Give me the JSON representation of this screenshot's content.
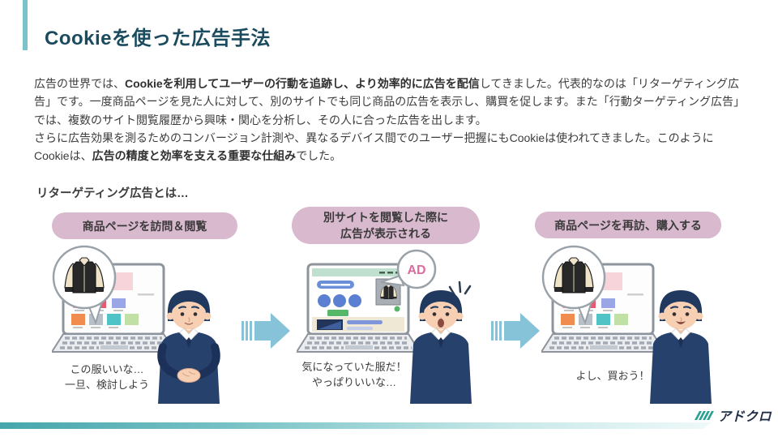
{
  "slide": {
    "title": "Cookieを使った広告手法",
    "paragraph1": {
      "lead": "広告の世界では、",
      "bold": "Cookieを利用してユーザーの行動を追跡し、より効率的に広告を配信",
      "rest": "してきました。代表的なのは「リターゲティング広告」です。一度商品ページを見た人に対して、別のサイトでも同じ商品の広告を表示し、購買を促します。また「行動ターゲティング広告」では、複数のサイト閲覧履歴から興味・関心を分析し、その人に合った広告を出します。"
    },
    "paragraph2": {
      "lead": "さらに広告効果を測るためのコンバージョン計測や、異なるデバイス間でのユーザー把握にもCookieは使われてきました。このようにCookieは、",
      "bold": "広告の精度と効率を支える重要な仕組み",
      "rest": "でした。"
    },
    "subtitle": "リターゲティング広告とは…",
    "steps": [
      {
        "label": "商品ページを訪問＆閲覧",
        "caption_lines": [
          "この服いいな…",
          "一旦、検討しよう"
        ]
      },
      {
        "label_line1": "別サイトを閲覧した際に",
        "label_line2": "広告が表示される",
        "ad_badge": "AD",
        "caption_lines": [
          "気になっていた服だ！",
          "やっぱりいいな…"
        ]
      },
      {
        "label": "商品ページを再訪、購入する",
        "caption_lines": [
          "よし、買おう！"
        ]
      }
    ],
    "logo_text": "アドクロ",
    "colors": {
      "accent_teal": "#7cc2cd",
      "title_text": "#1b4b5f",
      "pill_background": "#d8b9ce",
      "arrow": "#87c3d8",
      "ad_badge_text": "#de6a9f",
      "logo_mark": "#2aa093",
      "footer_gradient_start": "#46a6ad",
      "footer_gradient_end": "#eff9f9",
      "sweater_navy": "#27416d",
      "skin": "#f7cfb2"
    }
  }
}
